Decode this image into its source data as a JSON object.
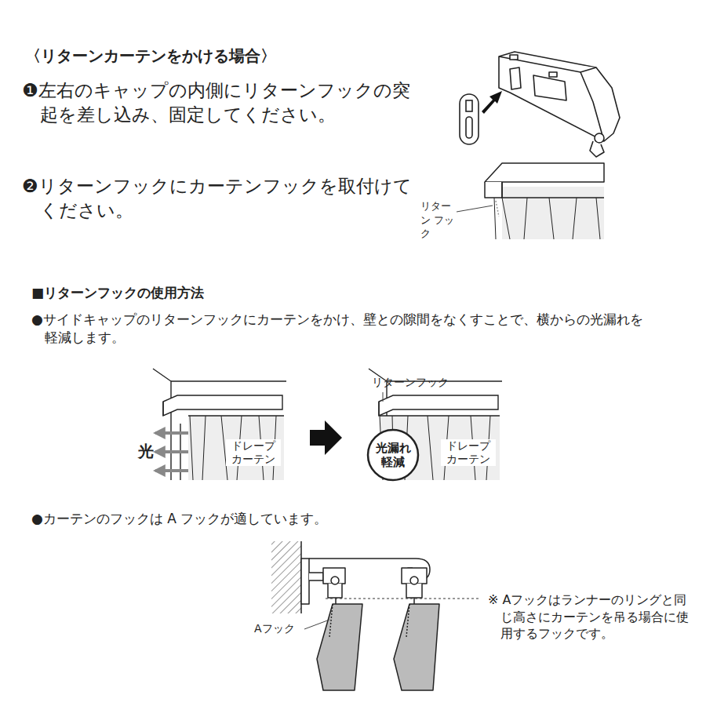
{
  "diagram": {
    "title": "〈リターンカーテンをかける場合〉",
    "nodes": [
      {
        "text": [
          "光漏れ 軽減"
        ]
      }
    ],
    "labels": [
      "❶左右のキャップの内側にリターンフックの突起を差し込み、固定してください。",
      "❷リターンフックにカーテンフックを取付けてください。",
      "リターン フック",
      "■リターンフックの使用方法",
      "●サイドキャップのリターンフックにカーテンをかけ、壁との隙間をなくすことで、横からの光漏れを軽減します。",
      "光",
      "ドレープ カーテン",
      "リターンフック",
      "ドレープ カーテン",
      "●カーテンのフックは A フックが適しています。",
      "Aフック",
      "※ Aフックはランナーのリングと同じ高さにカーテンを吊る場合に使用するフックです。"
    ]
  }
}
